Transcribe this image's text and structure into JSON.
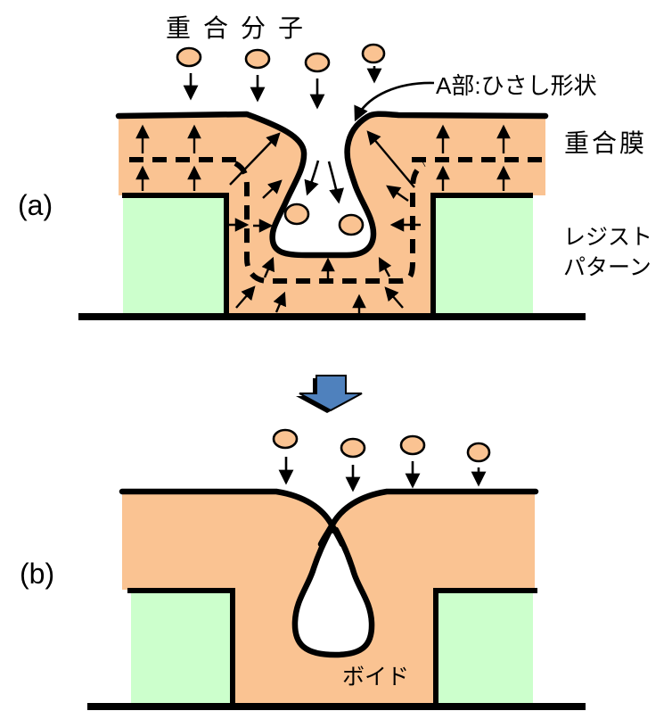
{
  "figure": {
    "panel_a": {
      "caption": "(a)",
      "labels": {
        "polymer_molecules": "重合分子",
        "eave": "A部:ひさし形状",
        "polymer_film": "重合膜",
        "resist_line1": "レジスト",
        "resist_line2": "パターン"
      }
    },
    "panel_b": {
      "caption": "(b)",
      "labels": {
        "void": "ボイド"
      }
    },
    "transition_icon": "down-block-arrow"
  },
  "colors": {
    "film": "#FAC392",
    "molecule": "#FAC392",
    "resist": "#CCFFCC",
    "process_arrow": "#4F81BD",
    "ink": "#000000",
    "background": "#FFFFFF"
  }
}
